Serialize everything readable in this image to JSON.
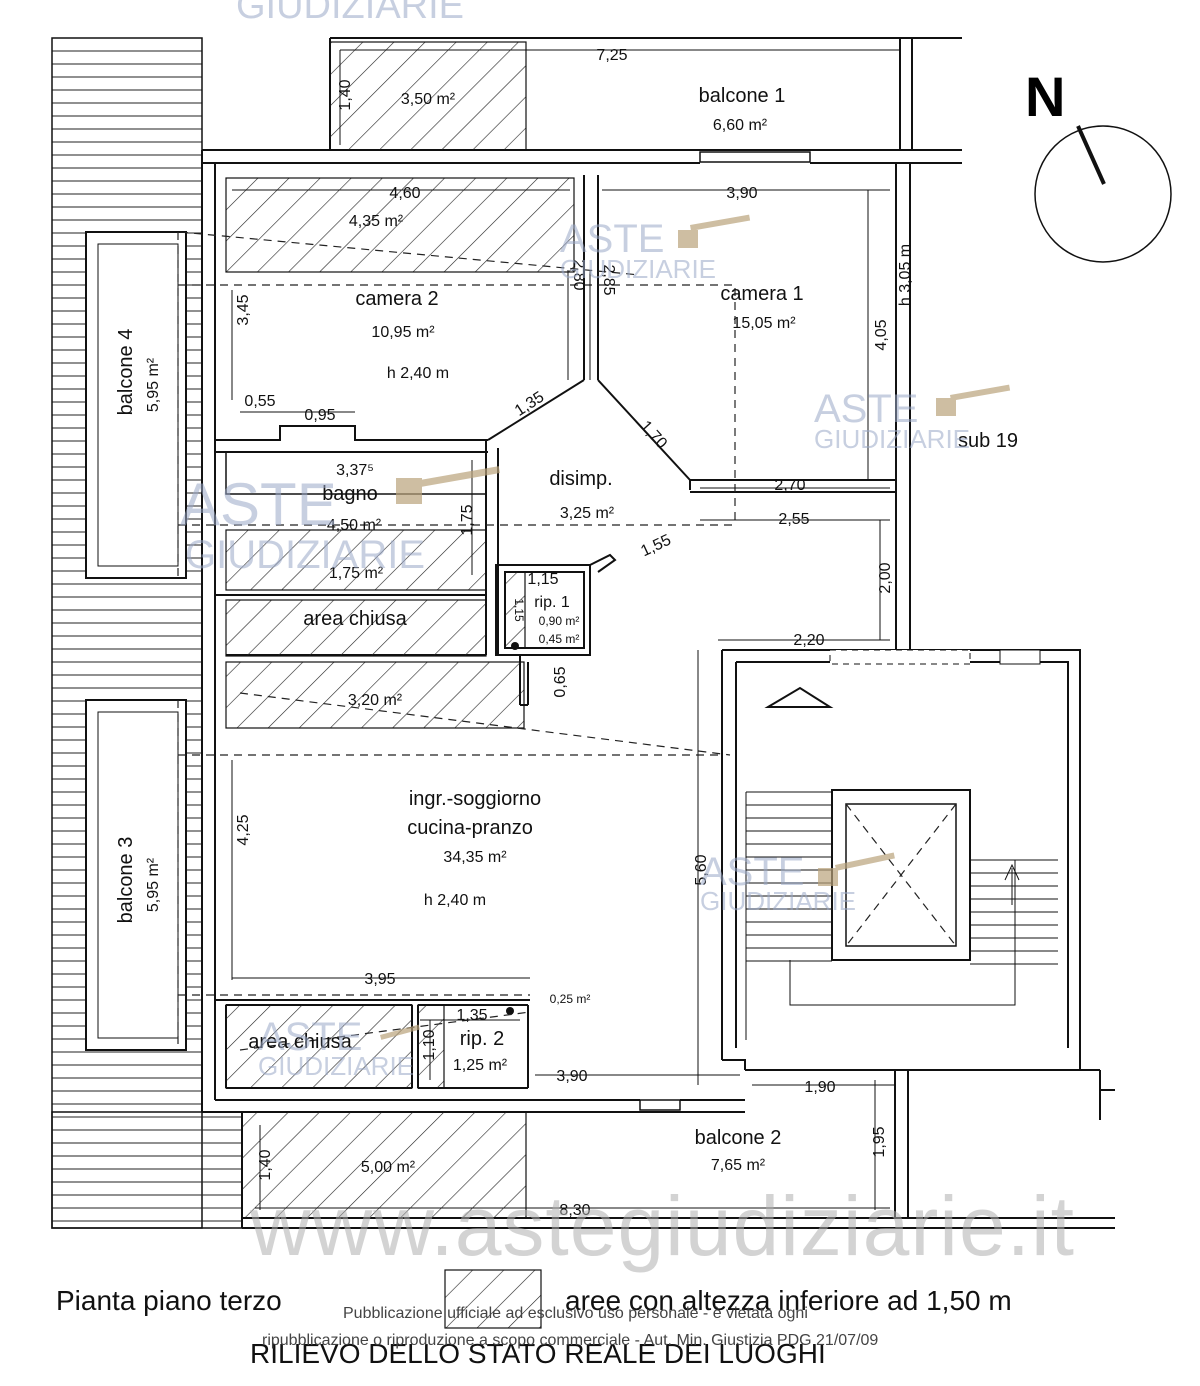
{
  "header_watermark": "GIUDIZIARIE",
  "north_label": "N",
  "rooms": {
    "camera2": {
      "name": "camera 2",
      "area": "10,95 m²",
      "height": "h 2,40 m"
    },
    "camera1": {
      "name": "camera 1",
      "area": "15,05 m²"
    },
    "bagno": {
      "name": "bagno",
      "area": "4,50 m²"
    },
    "disimp": {
      "name": "disimp.",
      "area": "3,25 m²"
    },
    "rip1": {
      "name": "rip. 1",
      "area1": "0,90 m²",
      "area2": "0,45 m²"
    },
    "area_chiusa_1": {
      "name": "area chiusa"
    },
    "area_chiusa_2": {
      "name": "area chiusa"
    },
    "soggiorno": {
      "name1": "ingr.-soggiorno",
      "name2": "cucina-pranzo",
      "area": "34,35 m²",
      "height": "h 2,40 m"
    },
    "rip2": {
      "name": "rip. 2",
      "area": "1,25 m²"
    },
    "balcone1": {
      "name": "balcone 1",
      "area": "6,60 m²"
    },
    "balcone2": {
      "name": "balcone 2",
      "area": "7,65 m²"
    },
    "balcone3": {
      "name": "balcone 3",
      "area": "5,95 m²"
    },
    "balcone4": {
      "name": "balcone 4",
      "area": "5,95 m²"
    },
    "sub19": {
      "name": "sub 19"
    }
  },
  "hatch_areas": {
    "top": "3,50 m²",
    "camera2_top": "4,35 m²",
    "bagno_low": "1,75 m²",
    "mid": "3,20 m²",
    "bottom": "5,00 m²",
    "small_top": "0,25 m²"
  },
  "dimensions": {
    "d725": "7,25",
    "d140a": "1,40",
    "d460": "4,60",
    "d390a": "3,90",
    "d345": "3,45",
    "d280": "2,80",
    "d285": "2,85",
    "d405": "4,05",
    "d305": "h 3,05 m",
    "d055": "0,55",
    "d095": "0,95",
    "d135a": "1,35",
    "d170": "1,70",
    "d337": "3,37⁵",
    "d175": "1,75",
    "d270": "2,70",
    "d255": "2,55",
    "d155": "1,55",
    "d115a": "1,15",
    "d115b": "1,15",
    "d200": "2,00",
    "d220": "2,20",
    "d065": "0,65",
    "d425": "4,25",
    "d560": "5,60",
    "d395": "3,95",
    "d135b": "1,35",
    "d110": "1,10",
    "d390b": "3,90",
    "d190": "1,90",
    "d195": "1,95",
    "d140b": "1,40",
    "d830": "8,30"
  },
  "watermarks": {
    "aste": "ASTE",
    "giudiziarie": "GIUDIZIARIE",
    "site": "www.astegiudiziarie.it"
  },
  "legend": {
    "title": "Pianta piano terzo",
    "hatch_label": "aree con altezza inferiore ad 1,50 m",
    "subtitle": "RILIEVO DELLO STATO REALE DEI LUOGHI"
  },
  "disclaimer": {
    "line1": "Pubblicazione ufficiale ad esclusivo uso personale - è vietata ogni",
    "line2": "ripubblicazione o riproduzione a scopo commerciale - Aut. Min. Giustizia PDG 21/07/09"
  }
}
